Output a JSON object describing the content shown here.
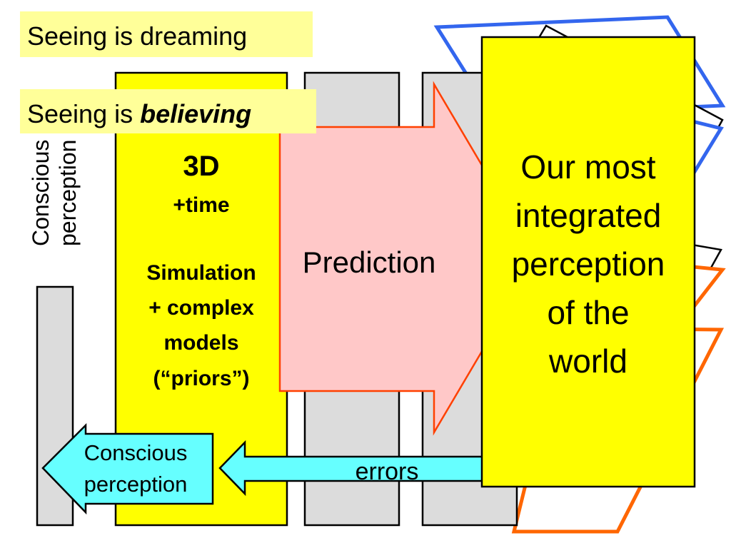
{
  "labels": {
    "seeing_dreaming": "Seeing is dreaming",
    "seeing_believing_prefix": "Seeing is ",
    "seeing_believing_emph": "believing",
    "vertical_line1": "Conscious",
    "vertical_line2": "perception",
    "yellow_3d": "3D",
    "yellow_time": "+time",
    "yellow_sim1": "Simulation",
    "yellow_sim2": "+ complex",
    "yellow_sim3": "models",
    "yellow_sim4": "(“priors”)",
    "prediction": "Prediction",
    "world_line1": "Our most",
    "world_line2": "integrated",
    "world_line3": "perception",
    "world_line4": "of the",
    "world_line5": "world",
    "conscious_arrow_line1": "Conscious",
    "conscious_arrow_line2": "perception",
    "errors": "errors"
  },
  "colors": {
    "yellow": "#ffff00",
    "label_bg": "#ffff99",
    "gray": "#dcdcdc",
    "prediction_fill": "#ffc8c8",
    "prediction_stroke": "#ff4000",
    "cyan": "#66ffff",
    "blue": "#3366ee",
    "orange": "#ff6600",
    "black": "#000000"
  }
}
